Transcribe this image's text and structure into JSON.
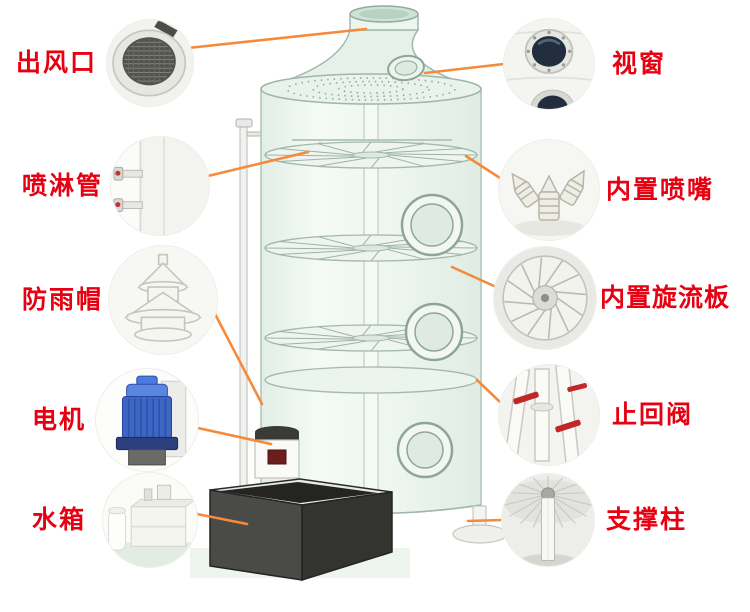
{
  "colors": {
    "label_text": "#e60012",
    "leader_line": "#f68a3b",
    "background": "#ffffff",
    "tower_tint": "#eaf5ee"
  },
  "left_items": [
    {
      "label": "出风口",
      "icon": "air-outlet-icon"
    },
    {
      "label": "喷淋管",
      "icon": "spray-pipe-icon"
    },
    {
      "label": "防雨帽",
      "icon": "rain-cap-icon"
    },
    {
      "label": "电机",
      "icon": "motor-icon"
    },
    {
      "label": "水箱",
      "icon": "water-tank-icon"
    }
  ],
  "right_items": [
    {
      "label": "视窗",
      "icon": "sight-window-icon"
    },
    {
      "label": "内置喷嘴",
      "icon": "nozzle-icon"
    },
    {
      "label": "内置旋流板",
      "icon": "swirl-plate-icon"
    },
    {
      "label": "止回阀",
      "icon": "check-valve-icon"
    },
    {
      "label": "支撑柱",
      "icon": "support-column-icon"
    }
  ]
}
